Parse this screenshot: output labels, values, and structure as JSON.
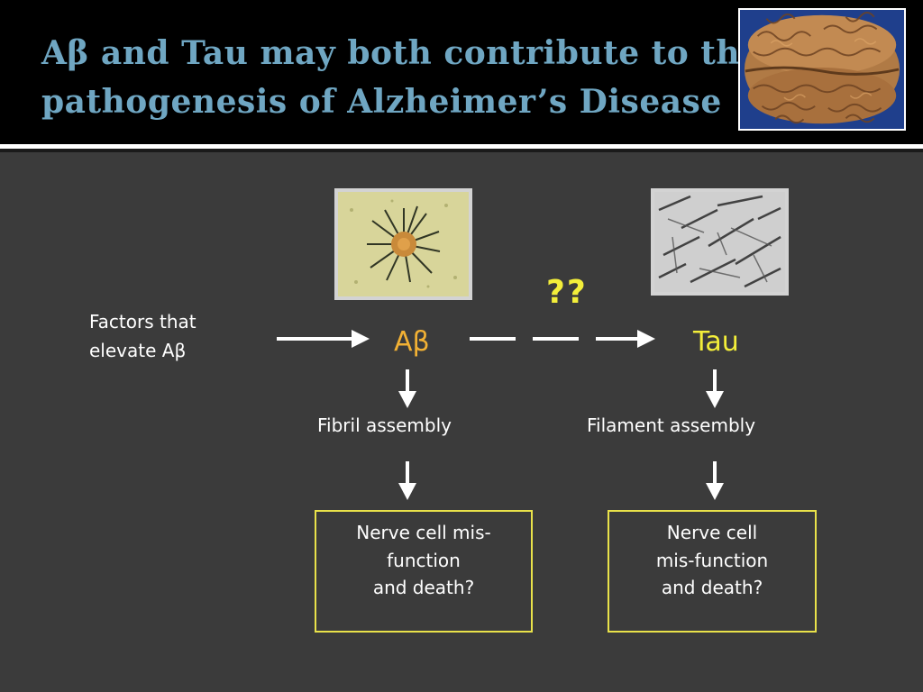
{
  "slide": {
    "title_line1": "Aβ and Tau may both contribute to the",
    "title_line2": "pathogenesis of Alzheimer’s Disease",
    "title_color": "#6fa6c2"
  },
  "diagram": {
    "factors_line1": "Factors that",
    "factors_line2": "elevate Aβ",
    "abeta_label": "Aβ",
    "tau_label": "Tau",
    "uncertain_link": "??",
    "abeta_process": "Fibril assembly",
    "tau_process": "Filament assembly",
    "abeta_outcome": [
      "Nerve cell mis-",
      "function",
      "and death?"
    ],
    "tau_outcome": [
      "Nerve cell",
      "mis-function",
      "and death?"
    ],
    "colors": {
      "abeta": "#f2b134",
      "tau": "#f3ee3a",
      "outcome_border": "#e9e24a"
    }
  },
  "images": {
    "brain": "brain-photo",
    "abeta_plaque": "amyloid-plaque-micrograph",
    "tau_filaments": "tau-filament-micrograph"
  }
}
